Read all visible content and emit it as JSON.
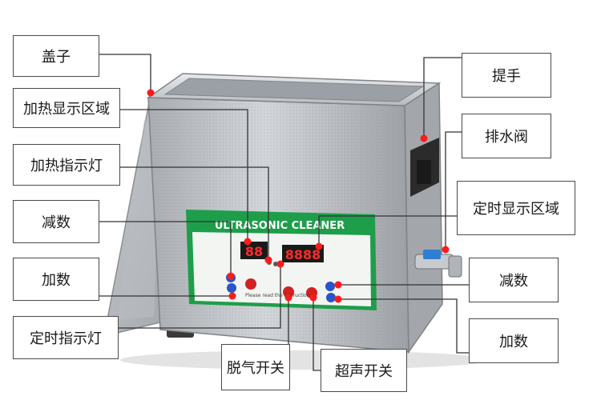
{
  "device": {
    "brand_label": "ULTRASONIC CLEANER",
    "display_heat": "88",
    "display_timer": "8888",
    "notice_text": "Please read the instruction"
  },
  "callouts": {
    "lid": "盖子",
    "heat_display": "加热显示区域",
    "heat_indicator": "加热指示灯",
    "heat_minus": "减数",
    "heat_plus": "加数",
    "timer_indicator": "定时指示灯",
    "degas_switch": "脱气开关",
    "ultrasonic_switch": "超声开关",
    "handle": "提手",
    "drain_valve": "排水阀",
    "timer_display": "定时显示区域",
    "timer_minus": "减数",
    "timer_plus": "加数"
  },
  "colors": {
    "brand_green": "#1e9e4a",
    "led_red": "#ff2a2a",
    "button_blue": "#2a55c8",
    "button_red": "#d42020",
    "valve_blue": "#2f7fd0"
  }
}
